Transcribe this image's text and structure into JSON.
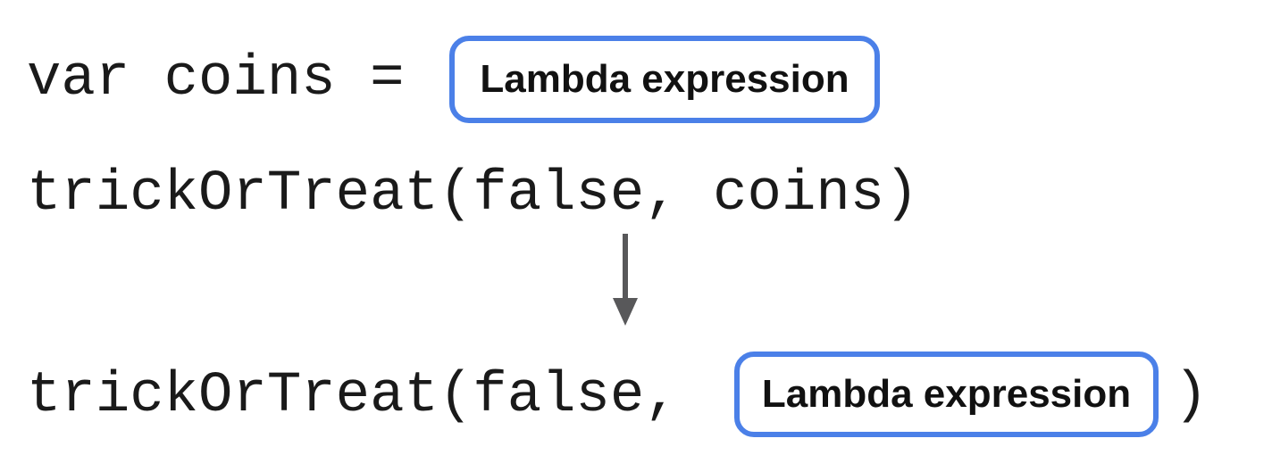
{
  "diagram": {
    "assignment_line": {
      "code": "var coins =",
      "lambda_box_label": "Lambda expression"
    },
    "call_line": {
      "code": "trickOrTreat(false, coins)"
    },
    "inlined_call_line": {
      "code_before": "trickOrTreat(false,",
      "lambda_box_label": "Lambda expression",
      "code_after": ")"
    },
    "arrow_icon": "down-arrow"
  },
  "colors": {
    "background": "#FFFFFF",
    "box_border": "#4B80E8",
    "code_text": "#1A1A1A",
    "label_text": "#111111",
    "arrow": "#58585A"
  }
}
